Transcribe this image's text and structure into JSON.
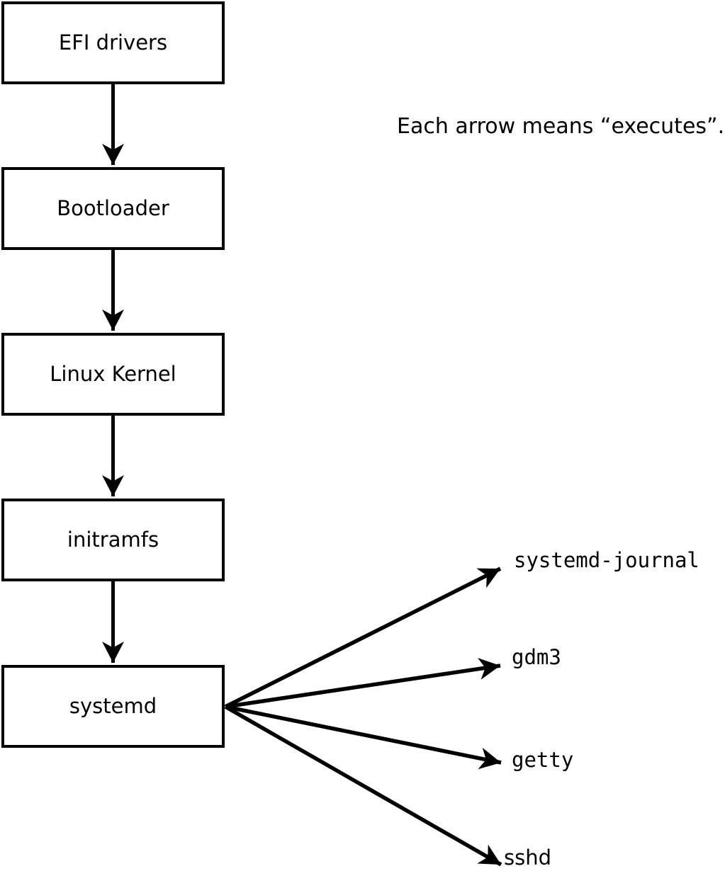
{
  "note": "Each arrow means “executes”.",
  "chain": [
    {
      "label": "EFI drivers"
    },
    {
      "label": "Bootloader"
    },
    {
      "label": "Linux Kernel"
    },
    {
      "label": "initramfs"
    },
    {
      "label": "systemd"
    }
  ],
  "spawned": [
    {
      "label": "systemd-journal"
    },
    {
      "label": "gdm3"
    },
    {
      "label": "getty"
    },
    {
      "label": "sshd"
    }
  ],
  "arrow_meaning": "executes",
  "colors": {
    "line": "#000000",
    "box_fill": "#ffffff",
    "background": "#ffffff",
    "text": "#000000"
  }
}
